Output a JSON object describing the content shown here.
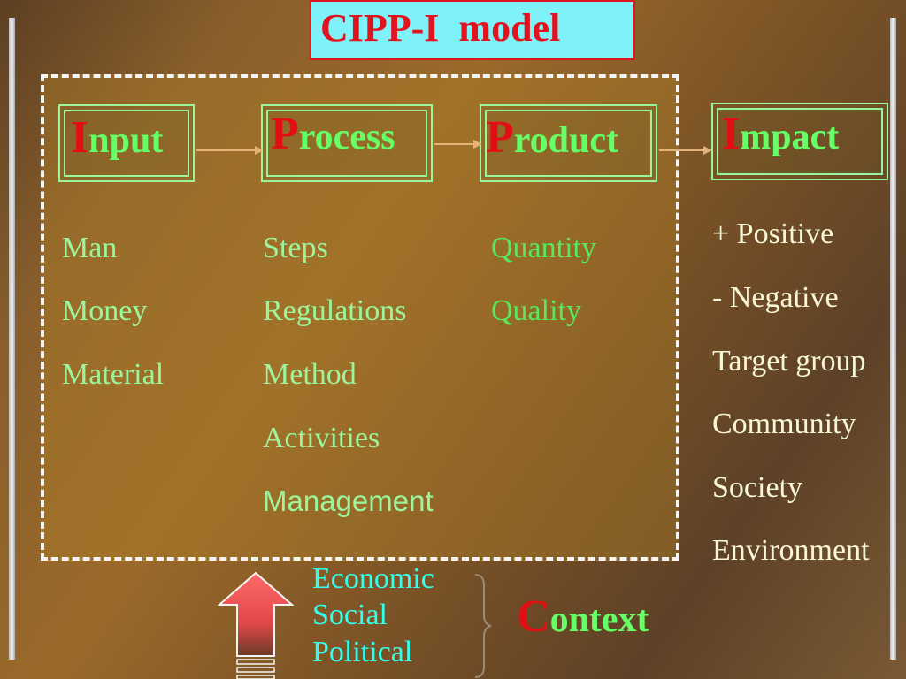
{
  "title": "CIPP-I  model",
  "stages": {
    "input": {
      "initial": "I",
      "rest": "nput",
      "items": [
        "Man",
        "Money",
        "Material"
      ]
    },
    "process": {
      "initial": "P",
      "rest": "rocess",
      "items": [
        "Steps",
        "Regulations",
        "Method",
        "Activities",
        "Management"
      ]
    },
    "product": {
      "initial": "P",
      "rest": "roduct",
      "items": [
        "Quantity",
        "Quality"
      ]
    },
    "impact": {
      "initial": "I",
      "rest": "mpact",
      "items": [
        "+ Positive",
        "- Negative",
        "Target group",
        "Community",
        "Society",
        "Environment"
      ]
    }
  },
  "context": {
    "initial": "C",
    "rest": "ontext",
    "items": [
      "Economic",
      "Social",
      "Political"
    ]
  },
  "colors": {
    "title_bg": "#7ff2f9",
    "title_text": "#e0141e",
    "stage_border": "#9bf59b",
    "stage_text": "#66ff66",
    "initial": "#e30e14",
    "context_items": "#33ffee",
    "arrow": "#f06060"
  },
  "icons": {
    "flow_arrow": "arrow-right-icon",
    "up_arrow": "arrow-up-icon",
    "brace": "right-curly-brace-icon"
  }
}
